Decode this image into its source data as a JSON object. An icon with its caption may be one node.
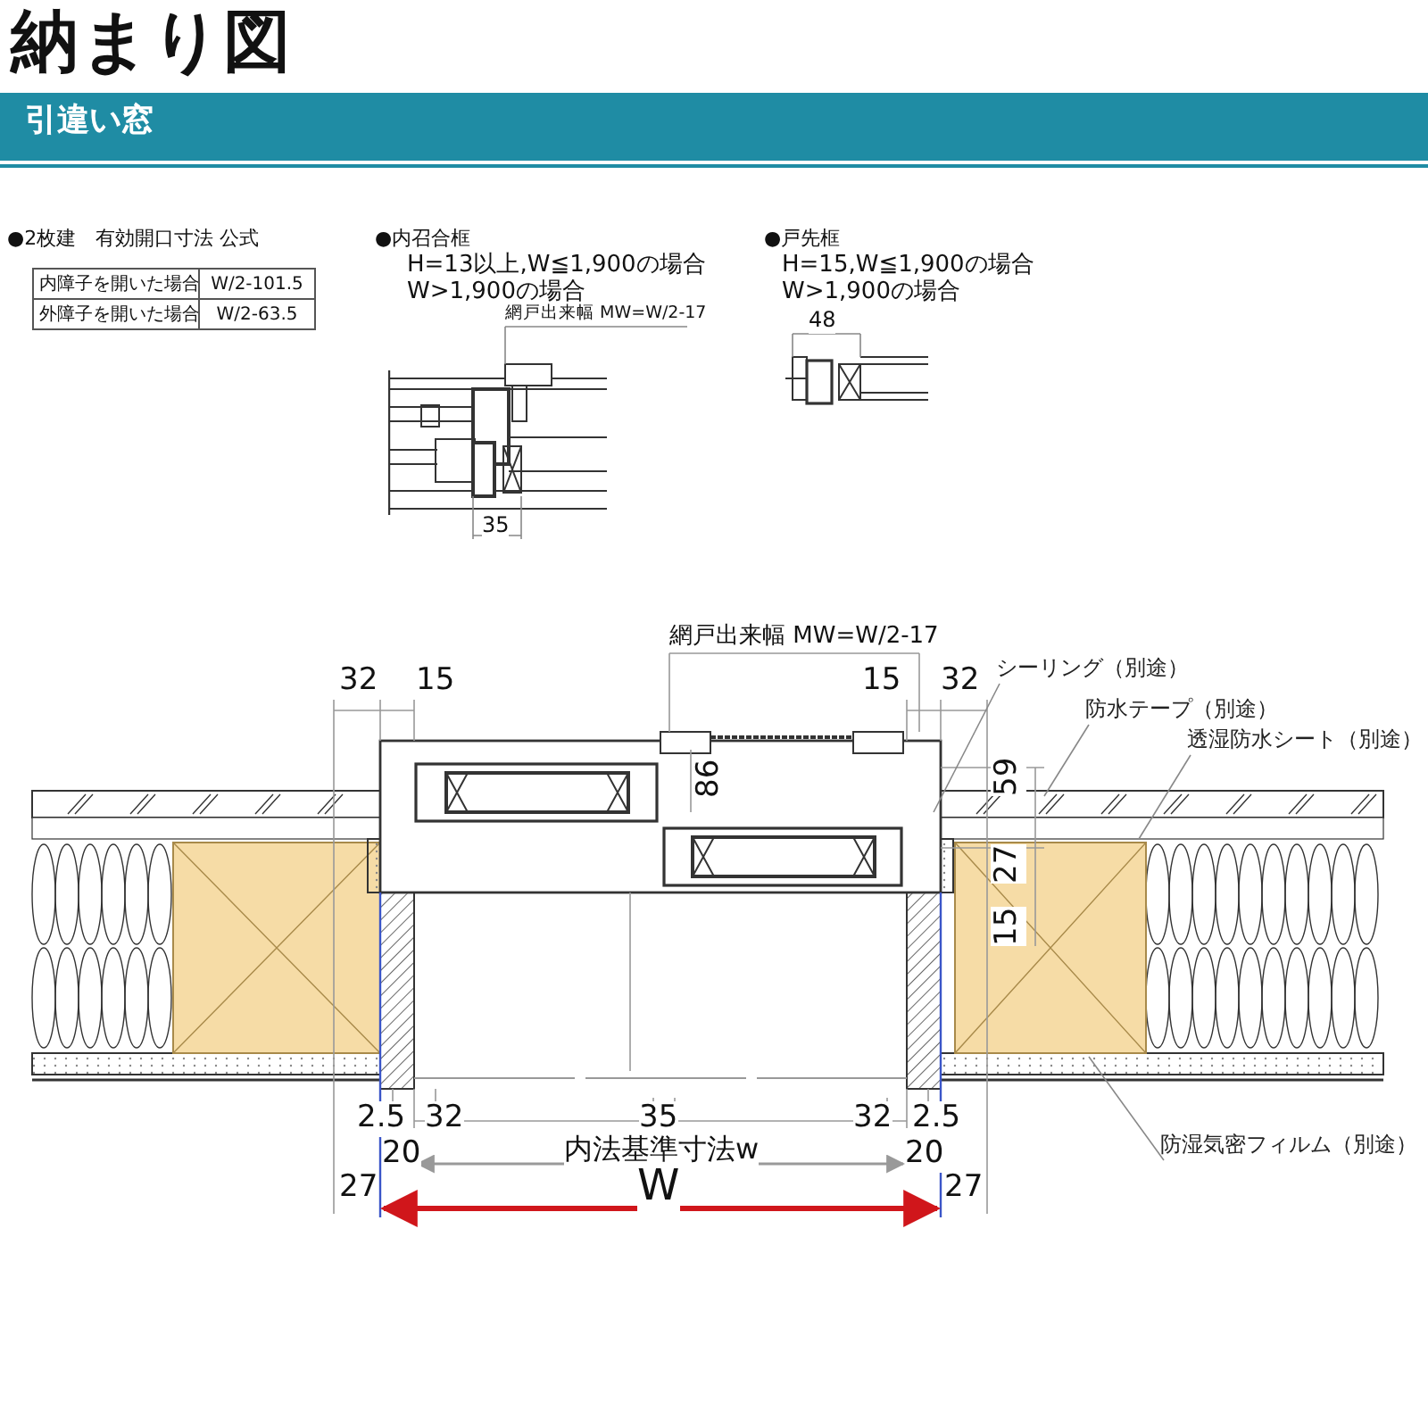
{
  "diagram": {
    "title": "納まり図",
    "nodes": [
      {
        "text": [
          "シーリング（別途）"
        ]
      },
      {
        "text": [
          "防水テープ（別途）"
        ]
      },
      {
        "text": [
          "透湿防水シート（別途）"
        ]
      },
      {
        "text": [
          "防湿気密フィルム（別途）"
        ]
      }
    ],
    "edges": [
      {
        "from": 0,
        "to": null,
        "arrow": "none"
      },
      {
        "from": 1,
        "to": null,
        "arrow": "none"
      },
      {
        "from": 2,
        "to": null,
        "arrow": "none"
      },
      {
        "from": 3,
        "to": null,
        "arrow": "none"
      }
    ],
    "labels": [
      "引違い窓",
      "●2枚建　有効開口寸法 公式",
      "内障子を開いた場合",
      "W/2-101.5",
      "外障子を開いた場合",
      "W/2-63.5",
      "●内召合框",
      "H=13以上,W≦1,900の場合",
      "W>1,900の場合",
      "網戸出来幅 MW=W/2-17",
      "35",
      "●戸先框",
      "H=15,W≦1,900の場合",
      "W>1,900の場合",
      "48",
      "網戸出来幅 MW=W/2-17",
      "32",
      "15",
      "15",
      "32",
      "86",
      "59",
      "27",
      "15",
      "2.5",
      "32",
      "35",
      "32",
      "2.5",
      "20",
      "内法基準寸法w",
      "20",
      "27",
      "W",
      "27"
    ]
  }
}
